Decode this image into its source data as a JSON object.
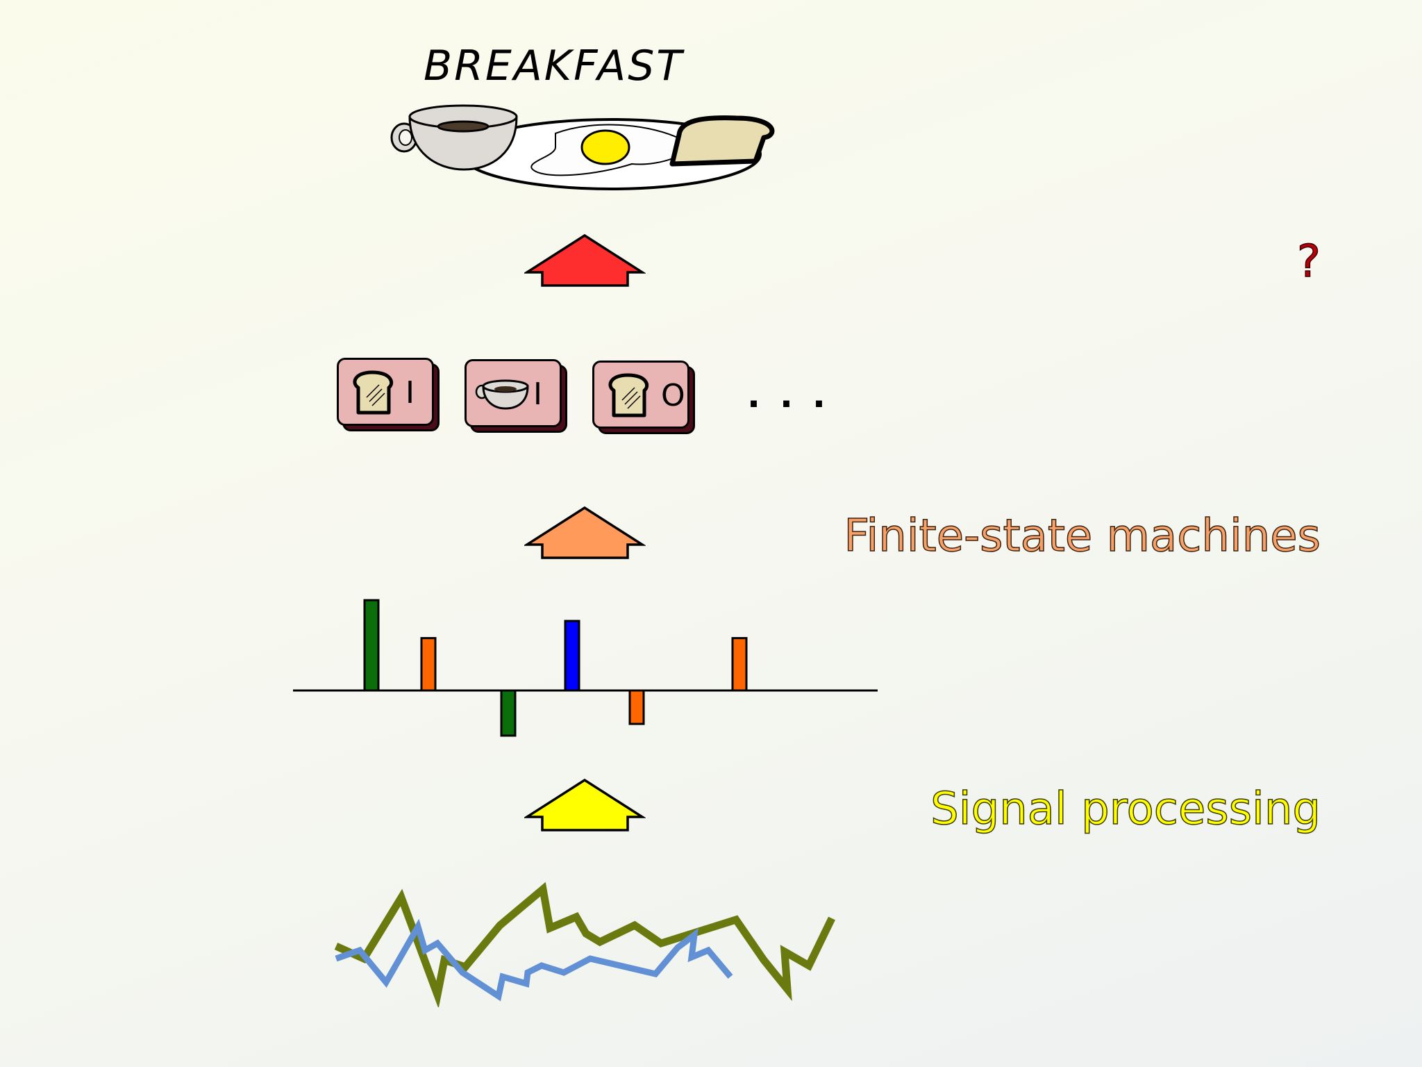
{
  "title": "BREAKFAST",
  "level_labels": {
    "top": "?",
    "middle": "Finite-state machines",
    "bottom": "Signal processing"
  },
  "events": [
    {
      "icon": "toast-icon",
      "tag": "I"
    },
    {
      "icon": "cup-icon",
      "tag": "I"
    },
    {
      "icon": "toast-icon",
      "tag": "O"
    }
  ],
  "ellipsis": "...",
  "colors": {
    "arrow_top": "#ff2e2e",
    "arrow_middle": "#ff9a5a",
    "arrow_bottom": "#ffff00",
    "card_fill": "#e8b4b4",
    "signal_a": "#6b7a0f",
    "signal_b": "#6290d4"
  },
  "impulses": [
    {
      "value": 1.0,
      "color": "#0a6e0a"
    },
    {
      "value": 0.58,
      "color": "#ff6600"
    },
    {
      "value": -0.5,
      "color": "#0a6e0a"
    },
    {
      "value": 0.77,
      "color": "#0000ff"
    },
    {
      "value": -0.37,
      "color": "#ff6600"
    },
    {
      "value": 0.58,
      "color": "#ff6600"
    }
  ]
}
